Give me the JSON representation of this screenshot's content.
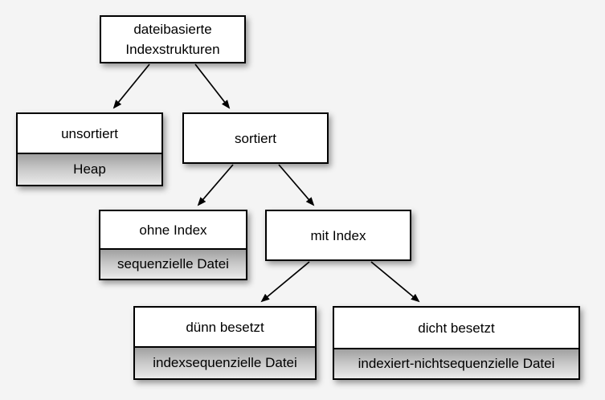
{
  "diagram": {
    "language": "de",
    "nodes": {
      "root": {
        "label": "dateibasierte Indexstrukturen"
      },
      "unsortiert": {
        "label": "unsortiert",
        "sublabel": "Heap"
      },
      "sortiert": {
        "label": "sortiert"
      },
      "ohne_index": {
        "label": "ohne Index",
        "sublabel": "sequenzielle Datei"
      },
      "mit_index": {
        "label": "mit Index"
      },
      "duenn_besetzt": {
        "label": "dünn besetzt",
        "sublabel": "indexsequenzielle Datei"
      },
      "dicht_besetzt": {
        "label": "dicht besetzt",
        "sublabel": "indexiert-nichtsequenzielle Datei"
      }
    },
    "edges": [
      {
        "from": "root",
        "to": "unsortiert"
      },
      {
        "from": "root",
        "to": "sortiert"
      },
      {
        "from": "sortiert",
        "to": "ohne_index"
      },
      {
        "from": "sortiert",
        "to": "mit_index"
      },
      {
        "from": "mit_index",
        "to": "duenn_besetzt"
      },
      {
        "from": "mit_index",
        "to": "dicht_besetzt"
      }
    ],
    "colors": {
      "background": "#f4f4f4",
      "box_fill": "#ffffff",
      "box_border": "#000000",
      "sublabel_gradient_top": "#a0a0a0",
      "sublabel_gradient_bottom": "#eaeaea",
      "edge_stroke": "#000000"
    }
  }
}
